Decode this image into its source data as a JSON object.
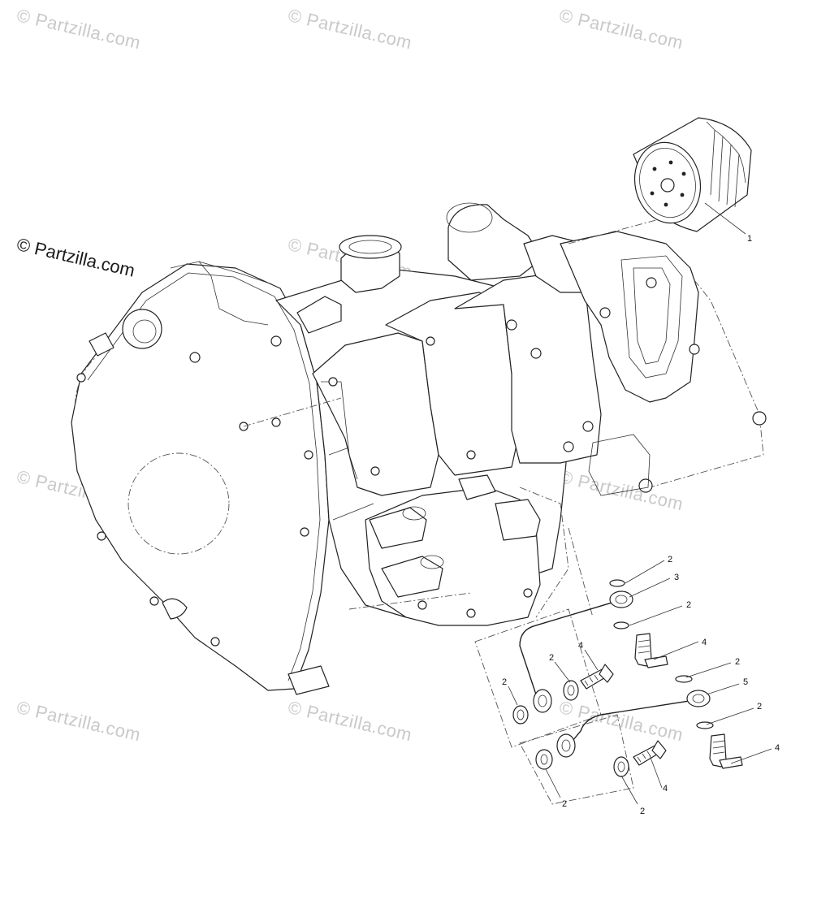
{
  "watermarks": {
    "text": "© Partzilla.com",
    "main_text": "© Partzilla.com"
  },
  "callouts": {
    "c1": "1",
    "c2a": "2",
    "c3": "3",
    "c2b": "2",
    "c4a": "4",
    "c2c": "2",
    "c4b": "4",
    "c2d": "2",
    "c5": "5",
    "c2e": "2",
    "c4c": "4",
    "c2f": "2",
    "c4d": "4",
    "c2g": "2"
  },
  "colors": {
    "line": "#222222",
    "watermark": "#c9c9c9",
    "background": "#ffffff"
  }
}
